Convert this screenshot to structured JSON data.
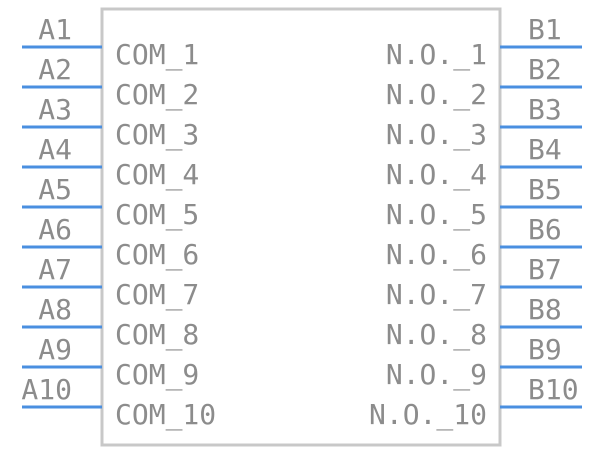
{
  "component": {
    "left_pins": [
      {
        "pin": "A1",
        "label": "COM_1"
      },
      {
        "pin": "A2",
        "label": "COM_2"
      },
      {
        "pin": "A3",
        "label": "COM_3"
      },
      {
        "pin": "A4",
        "label": "COM_4"
      },
      {
        "pin": "A5",
        "label": "COM_5"
      },
      {
        "pin": "A6",
        "label": "COM_6"
      },
      {
        "pin": "A7",
        "label": "COM_7"
      },
      {
        "pin": "A8",
        "label": "COM_8"
      },
      {
        "pin": "A9",
        "label": "COM_9"
      },
      {
        "pin": "A10",
        "label": "COM_10"
      }
    ],
    "right_pins": [
      {
        "pin": "B1",
        "label": "N.O._1"
      },
      {
        "pin": "B2",
        "label": "N.O._2"
      },
      {
        "pin": "B3",
        "label": "N.O._3"
      },
      {
        "pin": "B4",
        "label": "N.O._4"
      },
      {
        "pin": "B5",
        "label": "N.O._5"
      },
      {
        "pin": "B6",
        "label": "N.O._6"
      },
      {
        "pin": "B7",
        "label": "N.O._7"
      },
      {
        "pin": "B8",
        "label": "N.O._8"
      },
      {
        "pin": "B9",
        "label": "N.O._9"
      },
      {
        "pin": "B10",
        "label": "N.O._10"
      }
    ]
  },
  "colors": {
    "pin_line": "#4a8fe0",
    "body_outline": "#c8c8c8",
    "text": "#8c8c8c",
    "background": "#ffffff"
  }
}
